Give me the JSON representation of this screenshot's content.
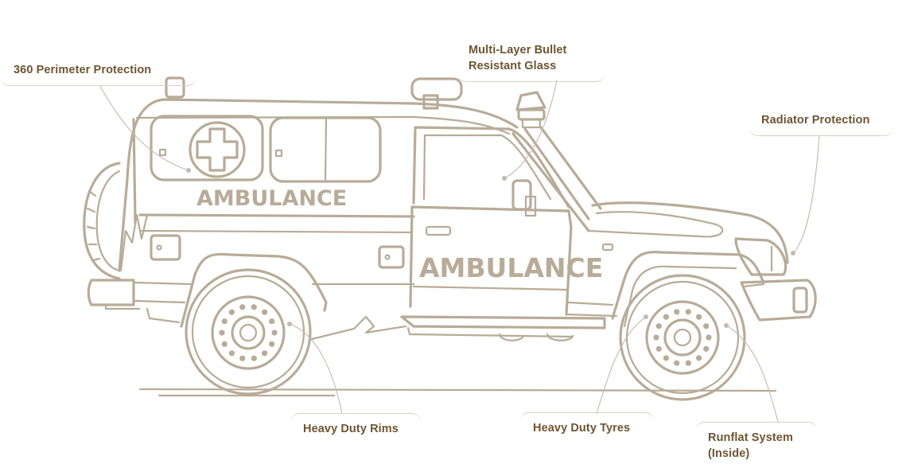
{
  "illustration": {
    "subject": "Armored ambulance vehicle side-view line drawing",
    "vehicle_text_rear": "AMBULANCE",
    "vehicle_text_door": "AMBULANCE",
    "line_color": "#b8ab98",
    "label_color": "#6e5533",
    "leader_color": "#c4bab0"
  },
  "labels": [
    {
      "id": "perimeter",
      "lines": [
        "360 Perimeter Protection"
      ]
    },
    {
      "id": "glass",
      "lines": [
        "Multi-Layer Bullet",
        "Resistant Glass"
      ]
    },
    {
      "id": "radiator",
      "lines": [
        "Radiator Protection"
      ]
    },
    {
      "id": "rims",
      "lines": [
        "Heavy Duty Rims"
      ]
    },
    {
      "id": "tyres",
      "lines": [
        "Heavy Duty Tyres"
      ]
    },
    {
      "id": "runflat",
      "lines": [
        "Runflat System",
        "(Inside)"
      ]
    }
  ]
}
